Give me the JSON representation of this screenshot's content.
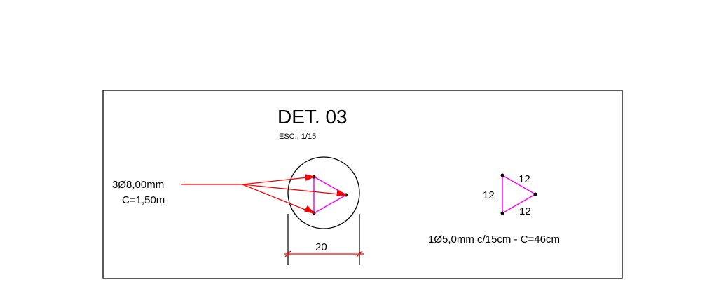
{
  "detail": {
    "title": "DET. 03",
    "scale": "ESC.: 1/15"
  },
  "longitudinal_bars": {
    "spec": "3Ø8,00mm",
    "length": "C=1,50m"
  },
  "section": {
    "diameter": "20"
  },
  "stirrup": {
    "side_top": "12",
    "side_left": "12",
    "side_bottom": "12",
    "spec": "1Ø5,0mm c/15cm - C=46cm"
  },
  "colors": {
    "outline": "#000000",
    "rebar_leader": "#ff0000",
    "stirrup": "#ff00ff",
    "dimension": "#ff0000"
  }
}
